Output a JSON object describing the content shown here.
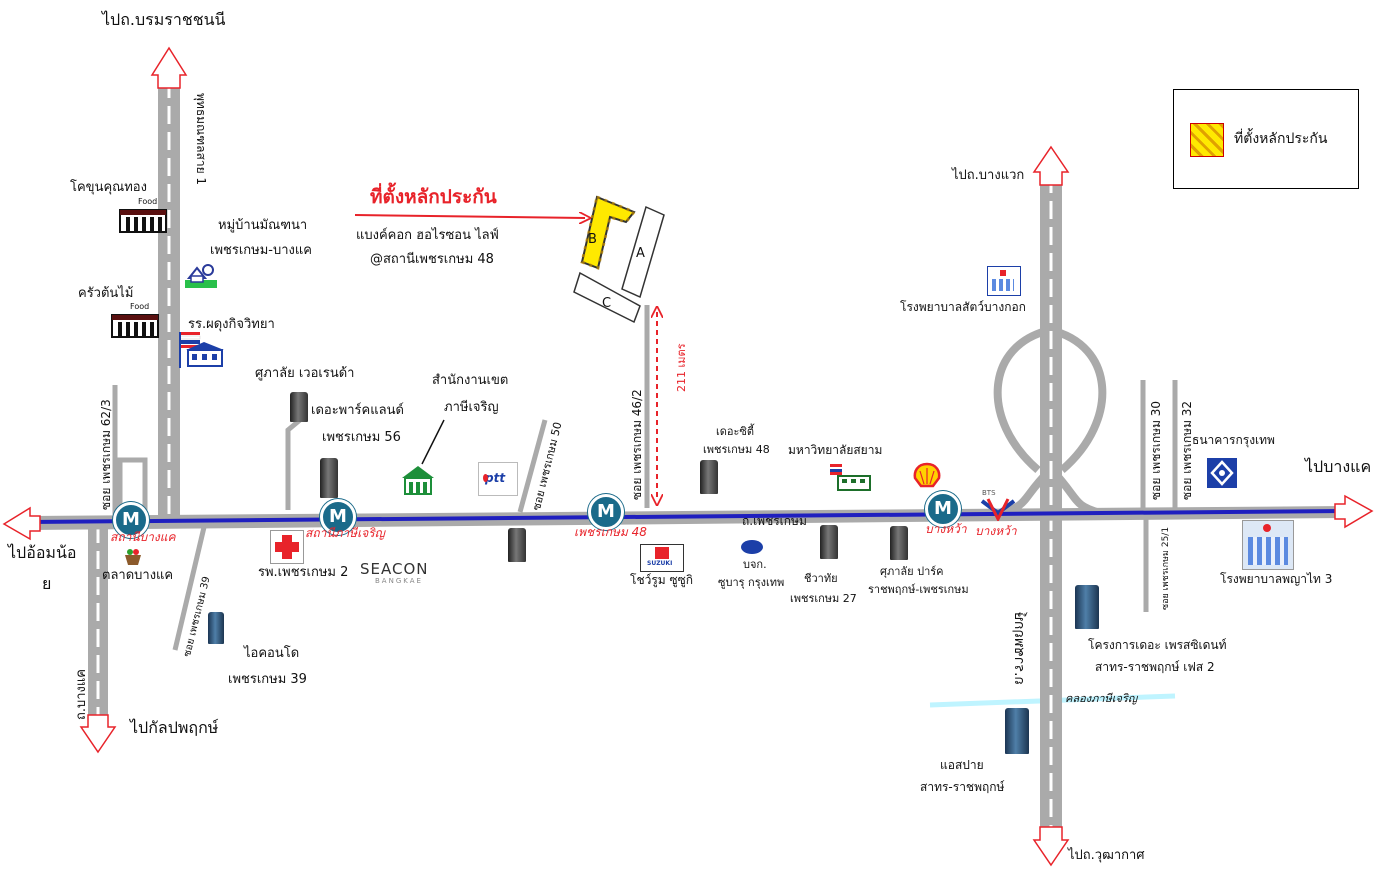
{
  "legend": {
    "label": "ที่ตั้งหลักประกัน",
    "swatch_color": "#ffe900",
    "border_color": "#cc0000"
  },
  "directions": {
    "north": "ไปถ.บรมราชชนนี",
    "south": "ไปกัลปพฤกษ์",
    "west_1": "ไปอ้อมน้อ",
    "west_2": "ย",
    "east": "ไปบางแค",
    "bangwaek": "ไปถ.บางแวก",
    "wutthakat": "ไปถ.วุฒากาศ"
  },
  "target": {
    "title": "ที่ตั้งหลักประกัน",
    "line1": "แบงค์คอก ฮอไรซอน ไลฟ์",
    "line2": "@สถานีเพชรเกษม 48",
    "block_b": "B",
    "block_a": "A",
    "block_c": "C",
    "distance": "211 เมตร"
  },
  "roads": {
    "phutthamonthon": "พุทธมณฑลสาย 1",
    "soi_62_3": "ซอย เพชรเกษม 62/3",
    "soi_39": "ซอย เพชรเกษม 39",
    "soi_50": "ซอย เพชรเกษม 50",
    "soi_46_2": "ซอย เพชรเกษม 46/2",
    "soi_30": "ซอย เพชรเกษม 30",
    "soi_32": "ซอย เพชรเกษม 32",
    "soi_25_1": "ซอย เพชรเกษม 25/1",
    "bangkhae_rd": "ถ.บางแค",
    "ratchaphruek": "ถ.ราชพฤกษ์",
    "phetkasem_rd": "ถ.เพชรเกษม",
    "canal": "คลองภาษีเจริญ"
  },
  "stations": {
    "lak_song": "สถานีบางแค",
    "phasi_charoen": "สถานีภาษีเจริญ",
    "phetkasem_48": "เพชรเกษม 48",
    "bang_wa": "บางหว้า",
    "bts_bang_wa": "บางหว้า"
  },
  "places": {
    "rod_khun_thong": "โคขุนคุณทอง",
    "food_1": "Food",
    "krua_ton_mai": "ครัวต้นไม้",
    "food_2": "Food",
    "village_1": "หมู่บ้านมัณฑนา",
    "village_2": "เพชรเกษม-บางแค",
    "school": "รร.ผดุงกิจวิทยา",
    "mall": "ศูภาลัย เวอเรนด้า",
    "park_1": "เดอะพาร์คแลนด์",
    "park_2": "เพชรเกษม 56",
    "district_1": "สำนักงานเขต",
    "district_2": "ภาษีเจริญ",
    "ptt": "ptt",
    "market": "ตลาดบางแค",
    "hospital_1": "รพ.เพชรเกษม 2",
    "seacon": "SEACON",
    "seacon_sub": "BANGKAE",
    "icondo_1": "ไอคอนโด",
    "icondo_2": "เพชรเกษม 39",
    "suzuki_1": "โชว์รูม ซูซูกิ",
    "suzuki_logo": "SUZUKI",
    "subaru_1": "บจก.",
    "subaru_2": "ซูบารุ กรุงเทพ",
    "thecity_1": "เดอะซิตี้",
    "thecity_2": "เพชรเกษม 48",
    "siam_univ": "มหาวิทยาลัยสยาม",
    "chiwathai_1": "ชีวาทัย",
    "chiwathai_2": "เพชรเกษม 27",
    "supalai_park_1": "ศุภาลัย ปาร์ค",
    "supalai_park_2": "ราชพฤกษ์-เพชรเกษม",
    "vet_hospital": "โรงพยาบาลสัตว์บางกอก",
    "bangkok_bank": "ธนาคารกรุงเทพ",
    "phyathai": "โรงพยาบาลพญาไท 3",
    "president_1": "โครงการเดอะ เพรสซิเดนท์",
    "president_2": "สาทร-ราชพฤกษ์ เฟส 2",
    "lumpini_1": "แอสปาย",
    "lumpini_2": "สาทร-ราชพฤกษ์",
    "bts_logo": "BTS",
    "shell": "shell"
  },
  "colors": {
    "road_gray": "#aaaaaa",
    "main_line_blue": "#1f1fbf",
    "target_red": "#e8232a",
    "metro_blue": "#1a6a8a",
    "canal_cyan": "#bff4ff"
  }
}
